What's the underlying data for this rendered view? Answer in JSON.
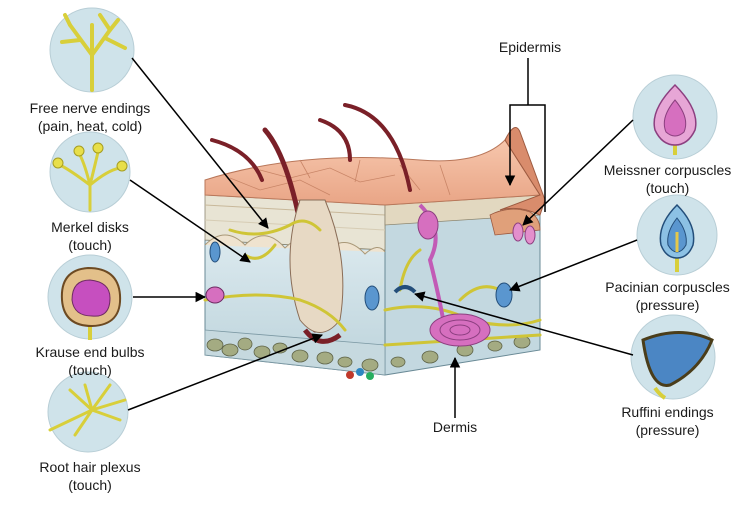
{
  "labels": {
    "free_nerve": {
      "line1": "Free nerve endings",
      "line2": "(pain, heat, cold)"
    },
    "merkel": {
      "line1": "Merkel disks",
      "line2": "(touch)"
    },
    "krause": {
      "line1": "Krause end bulbs",
      "line2": "(touch)"
    },
    "root_hair": {
      "line1": "Root hair plexus",
      "line2": "(touch)"
    },
    "epidermis": "Epidermis",
    "dermis": "Dermis",
    "meissner": {
      "line1": "Meissner corpuscles",
      "line2": "(touch)"
    },
    "pacinian": {
      "line1": "Pacinian corpuscles",
      "line2": "(pressure)"
    },
    "ruffini": {
      "line1": "Ruffini endings",
      "line2": "(pressure)"
    }
  },
  "colors": {
    "circle_bg": "#cfe3ea",
    "nerve": "#d8cf3a",
    "skin_top": "#f1b69a",
    "epidermis_band": "#d98c6c",
    "dermis_block": "#cfe0e6",
    "hair": "#7a2028",
    "corpuscle_pink": "#d66fbf",
    "corpuscle_blue": "#4b86c4",
    "fat": "#9aa07a"
  }
}
